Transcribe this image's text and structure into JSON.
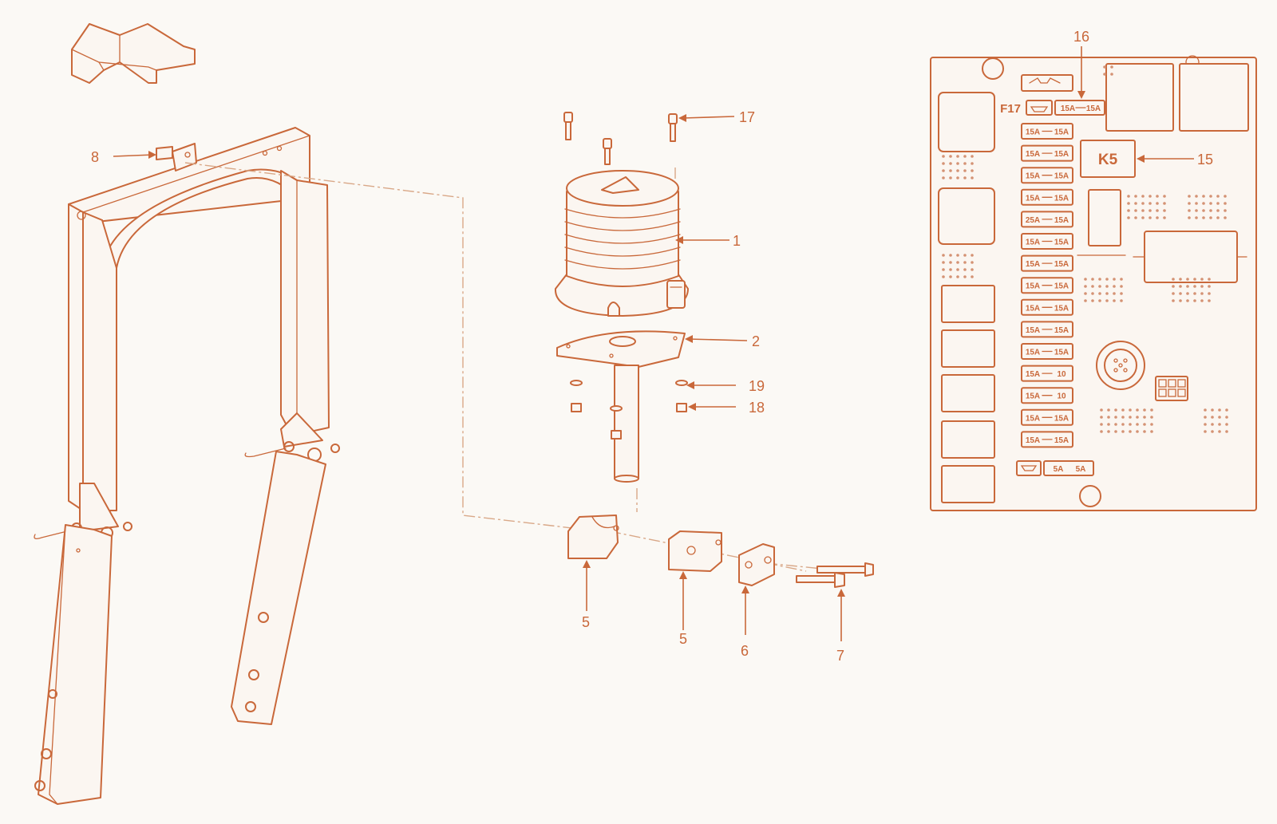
{
  "colors": {
    "line": "#c9683a",
    "paper": "#fbf9f5"
  },
  "callouts": {
    "c1": "1",
    "c2": "2",
    "c5a": "5",
    "c5b": "5",
    "c6": "6",
    "c7": "7",
    "c8": "8",
    "c15": "15",
    "c16": "16",
    "c17": "17",
    "c18": "18",
    "c19": "19"
  },
  "fusebox": {
    "relay_label": "K5",
    "fuse_id_label": "F17",
    "top_fuse": [
      "15A",
      "15A"
    ],
    "fuses": [
      [
        "15A",
        "15A"
      ],
      [
        "15A",
        "15A"
      ],
      [
        "15A",
        "15A"
      ],
      [
        "15A",
        "15A"
      ],
      [
        "25A",
        "15A"
      ],
      [
        "15A",
        "15A"
      ],
      [
        "15A",
        "15A"
      ],
      [
        "15A",
        "15A"
      ],
      [
        "15A",
        "15A"
      ],
      [
        "15A",
        "15A"
      ],
      [
        "15A",
        "15A"
      ],
      [
        "15A",
        "10"
      ],
      [
        "15A",
        "10"
      ],
      [
        "15A",
        "15A"
      ],
      [
        "15A",
        "15A"
      ]
    ],
    "bottom_fuse": [
      "5A",
      "5A"
    ]
  }
}
